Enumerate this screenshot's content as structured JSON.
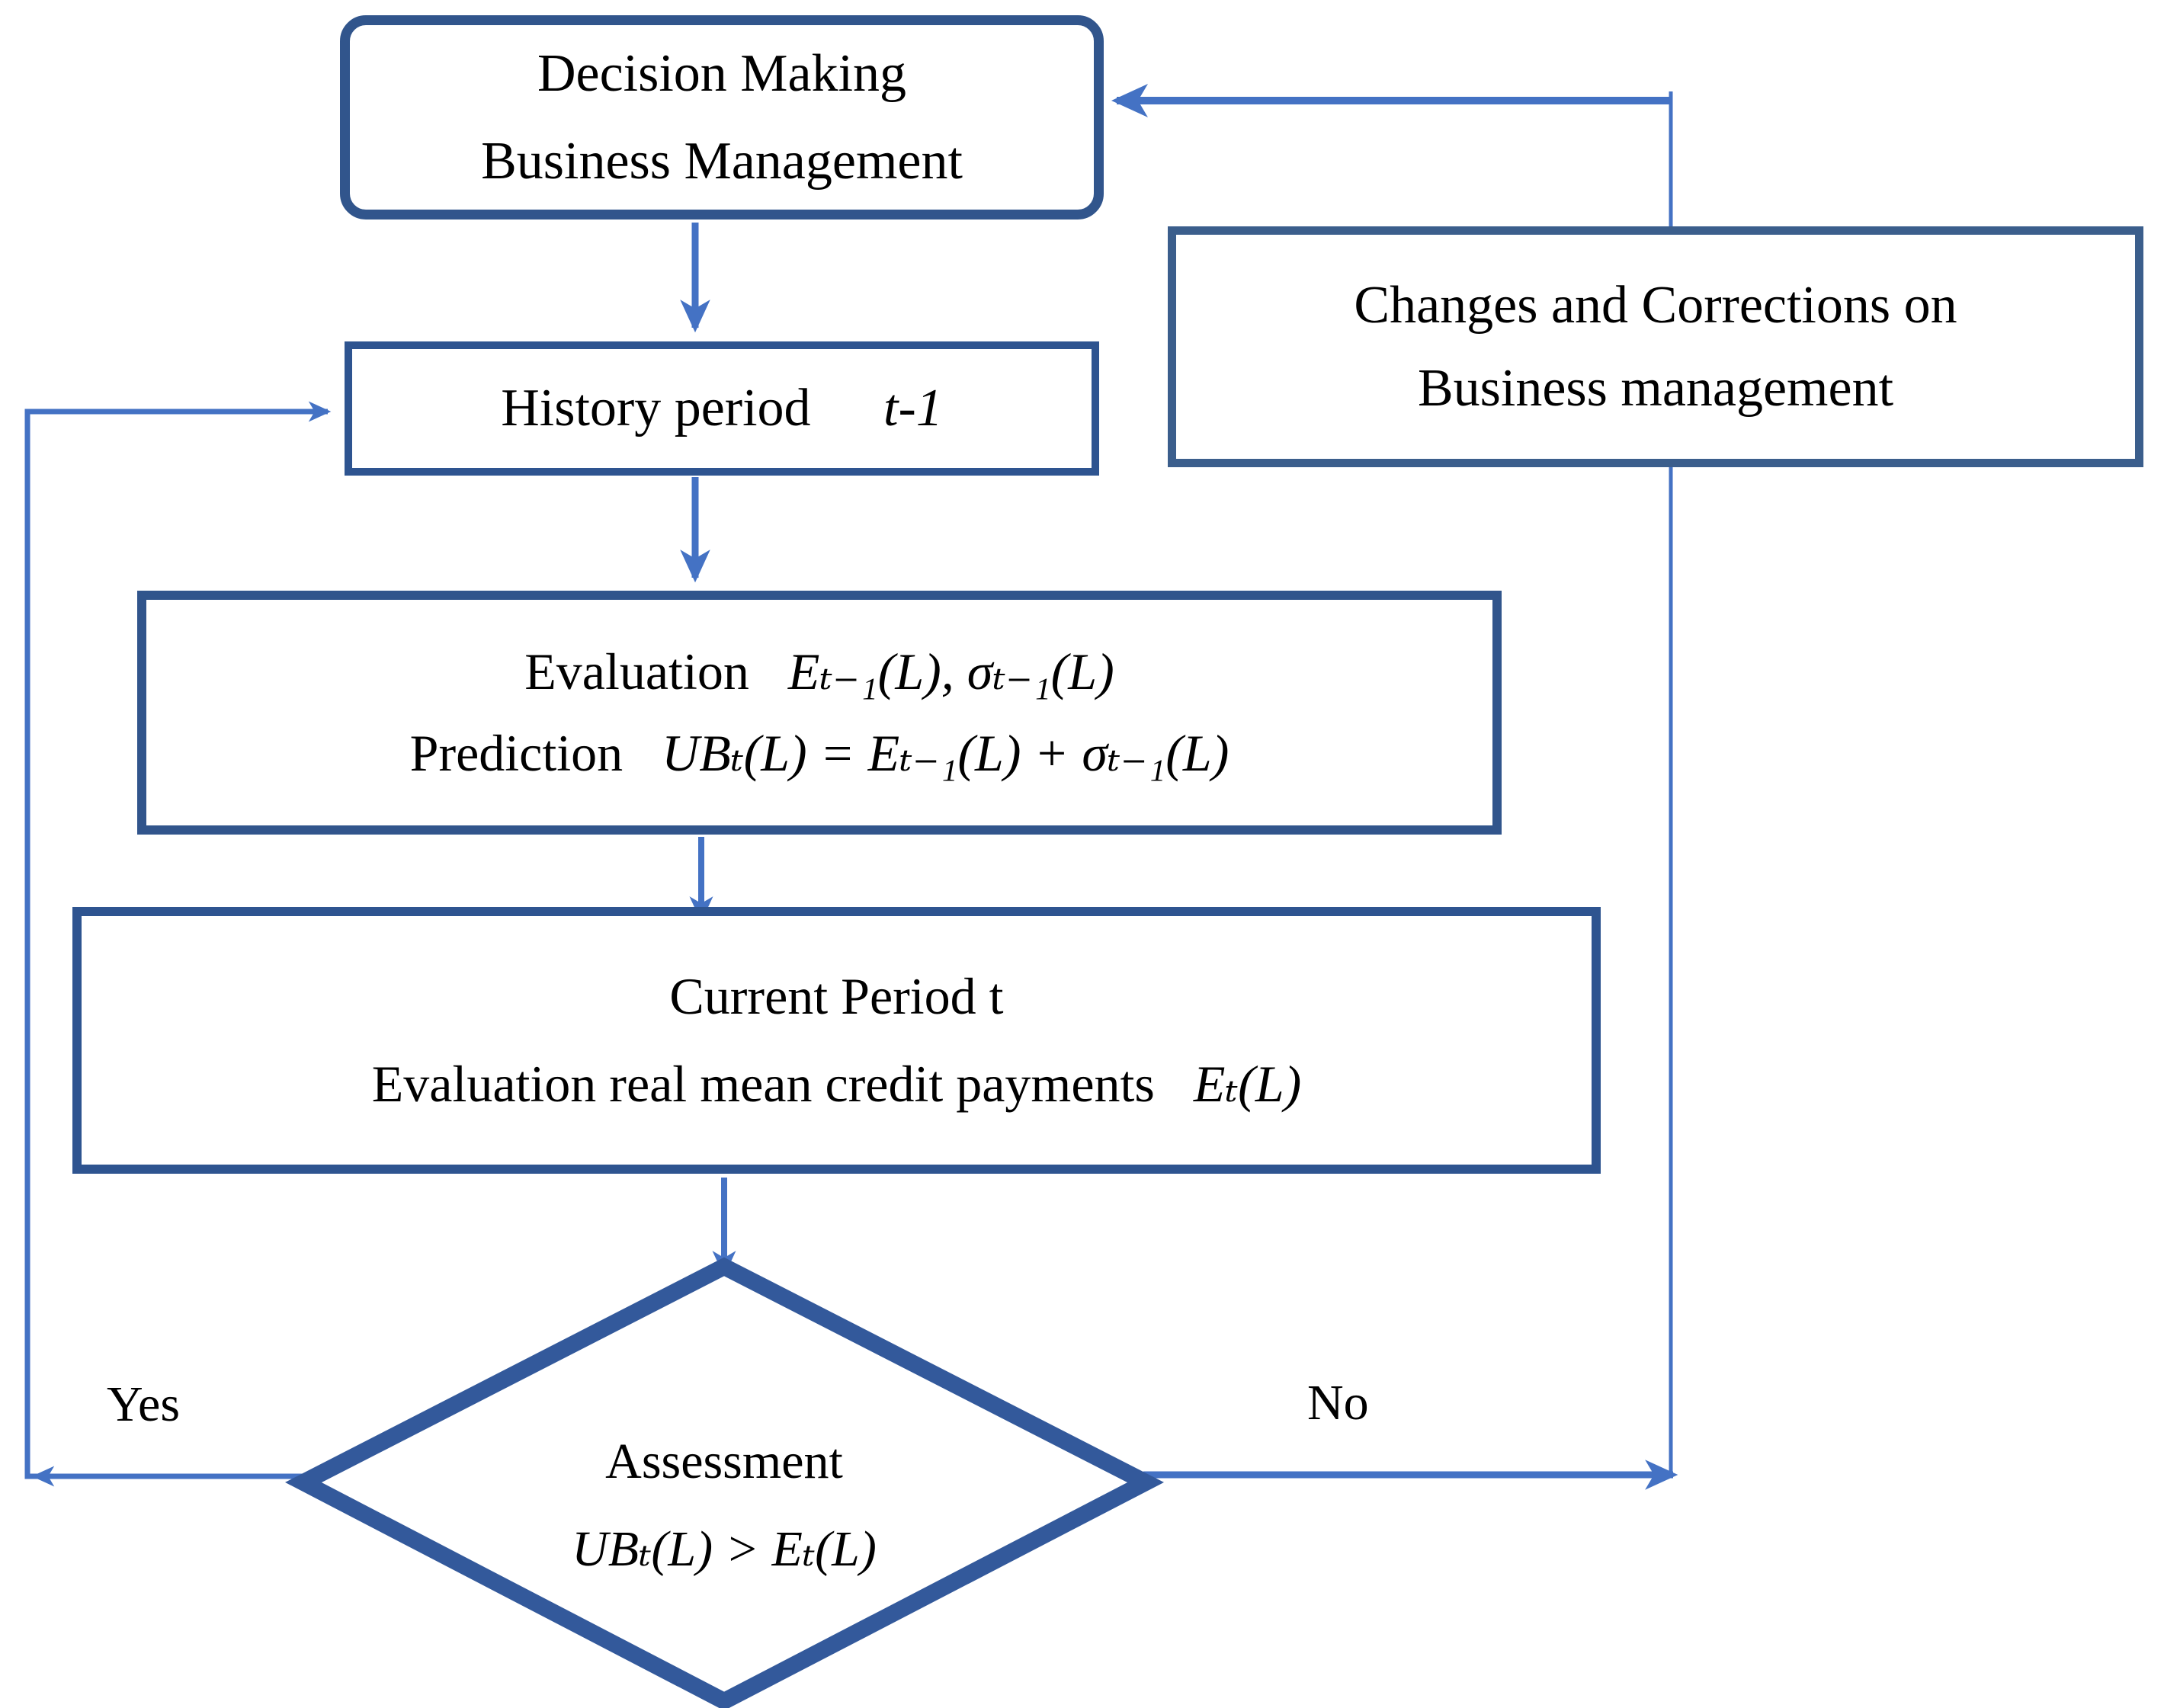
{
  "diagram": {
    "title": "Credit payments assessment decision flowchart",
    "colors": {
      "box_border_dark": "#31558C",
      "box_border_alt": "#2E5490",
      "arrow_blue": "#4472C4",
      "diamond_border": "#33599B",
      "text": "#000000",
      "background": "#FFFFFF"
    }
  },
  "nodes": {
    "decision_making": {
      "shape": "rounded-rectangle",
      "line1": "Decision Making",
      "line2": "Business Management"
    },
    "changes_corrections": {
      "shape": "rectangle",
      "line1": "Changes and Corrections on",
      "line2": "Business management"
    },
    "history_period": {
      "shape": "rectangle",
      "line1": "History period",
      "variable": "t-1"
    },
    "evaluation_prediction": {
      "shape": "rectangle",
      "line1_label": "Evaluation",
      "line1_math": "Eₜ₋₁(L), σₜ₋₁(L)",
      "line2_label": "Prediction",
      "line2_math": "UBₜ(L) = Eₜ₋₁(L) + σₜ₋₁(L)"
    },
    "current_period": {
      "shape": "rectangle",
      "line1": "Current Period t",
      "line2_label": "Evaluation real mean credit payments",
      "line2_math": "Eₜ(L)"
    },
    "assessment": {
      "shape": "diamond",
      "line1": "Assessment",
      "line2_math": "UBₜ(L) > Eₜ(L)"
    }
  },
  "branches": {
    "yes_label": "Yes",
    "no_label": "No"
  }
}
